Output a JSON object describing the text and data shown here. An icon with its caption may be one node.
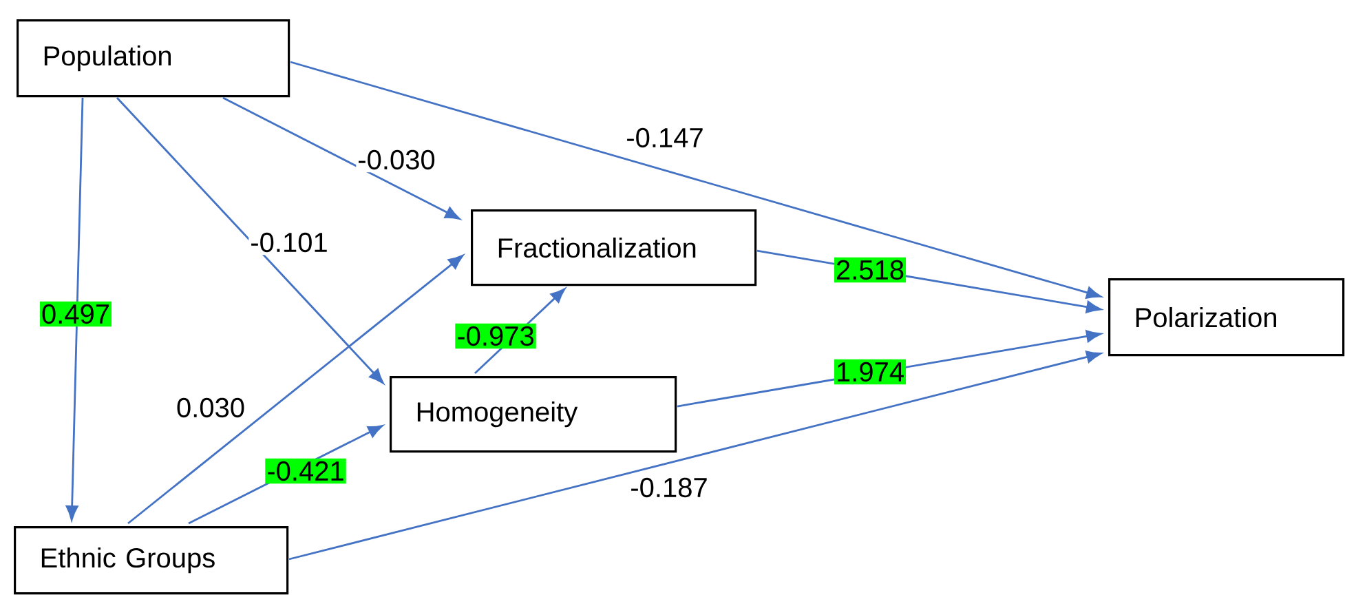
{
  "diagram": {
    "nodes": [
      {
        "text": [
          "Population"
        ]
      },
      {
        "text": [
          "Fractionalization"
        ]
      },
      {
        "text": [
          "Polarization"
        ]
      },
      {
        "text": [
          "Homogeneity"
        ]
      },
      {
        "text": [
          "Ethnic Groups"
        ]
      }
    ],
    "edges": [
      {
        "from": 0,
        "to": 4,
        "arrow": "to",
        "label": "0.497"
      },
      {
        "from": 0,
        "to": 1,
        "arrow": "to",
        "label": "-0.030"
      },
      {
        "from": 0,
        "to": 3,
        "arrow": "to",
        "label": "-0.101"
      },
      {
        "from": 0,
        "to": 2,
        "arrow": "to",
        "label": "-0.147"
      },
      {
        "from": 1,
        "to": 2,
        "arrow": "to",
        "label": "2.518"
      },
      {
        "from": 3,
        "to": 1,
        "arrow": "to",
        "label": "-0.973"
      },
      {
        "from": 3,
        "to": 2,
        "arrow": "to",
        "label": "1.974"
      },
      {
        "from": 4,
        "to": 1,
        "arrow": "to",
        "label": "0.030"
      },
      {
        "from": 4,
        "to": 3,
        "arrow": "to",
        "label": "-0.421"
      },
      {
        "from": 4,
        "to": 2,
        "arrow": "to",
        "label": "-0.187"
      }
    ]
  }
}
